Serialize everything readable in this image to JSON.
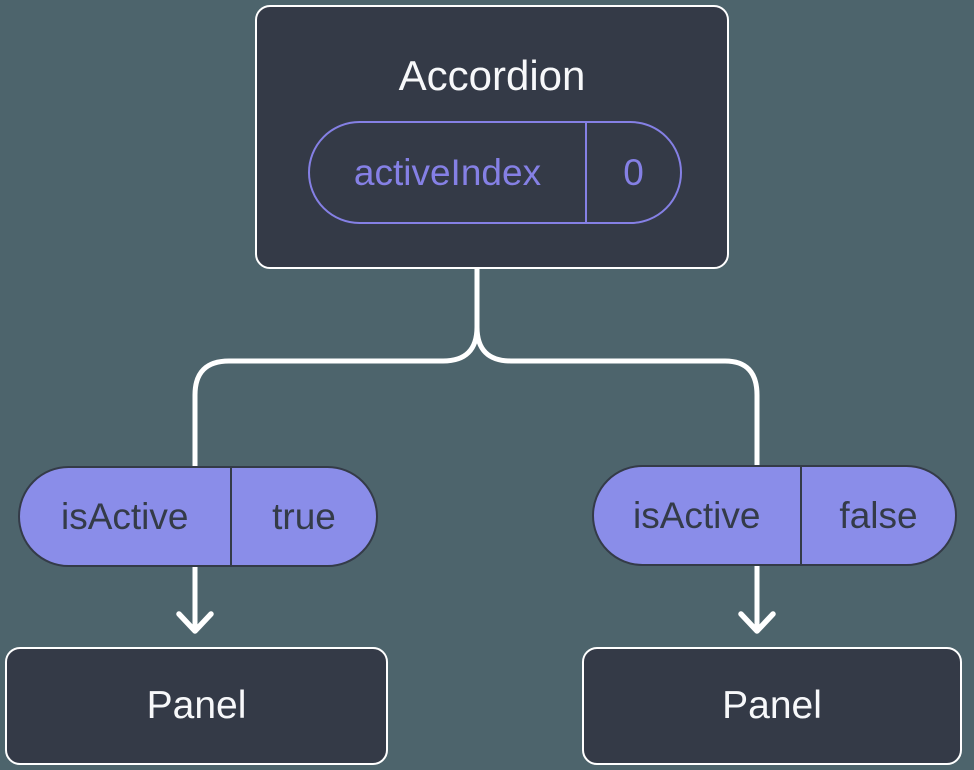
{
  "diagram": {
    "type": "component-tree",
    "root_node": {
      "title": "Accordion",
      "prop": {
        "name": "activeIndex",
        "value": "0"
      }
    },
    "branches": [
      {
        "prop": {
          "name": "isActive",
          "value": "true"
        },
        "node": {
          "title": "Panel"
        }
      },
      {
        "prop": {
          "name": "isActive",
          "value": "false"
        },
        "node": {
          "title": "Panel"
        }
      }
    ],
    "colors": {
      "background": "#4d646c",
      "node_background": "#343a47",
      "node_border": "#ffffff",
      "accent_purple_outline": "#8580e5",
      "accent_purple_fill": "#8a8de9",
      "pill_dark_text": "#343b48",
      "connector": "#ffffff",
      "title_text": "#f7f8fa"
    }
  }
}
